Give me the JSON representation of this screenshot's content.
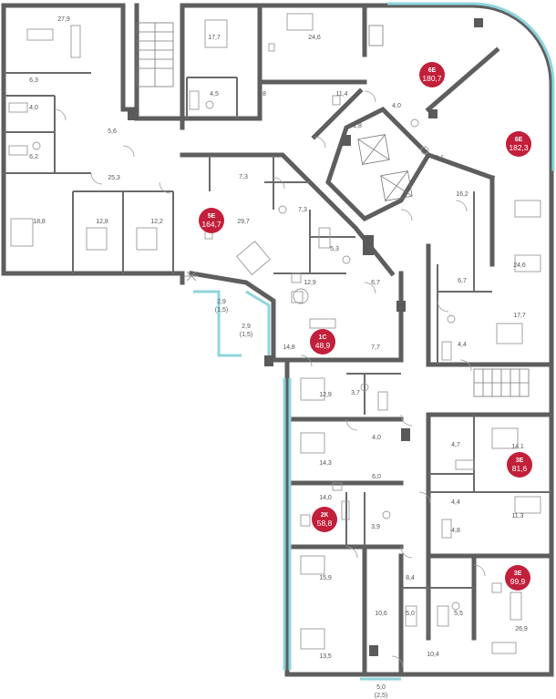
{
  "rooms": [
    {
      "id": "r1",
      "label": "27,9"
    },
    {
      "id": "r2",
      "label": "6,3"
    },
    {
      "id": "r3",
      "label": "4,0"
    },
    {
      "id": "r4",
      "label": "6,2"
    },
    {
      "id": "r5",
      "label": "5,6"
    },
    {
      "id": "r6",
      "label": "25,3"
    },
    {
      "id": "r7",
      "label": "18,8"
    },
    {
      "id": "r8",
      "label": "12,8"
    },
    {
      "id": "r9",
      "label": "12,2"
    },
    {
      "id": "r10",
      "label": "17,7"
    },
    {
      "id": "r11",
      "label": "24,6"
    },
    {
      "id": "r12",
      "label": "4,5"
    },
    {
      "id": "r13",
      "label": "6,8"
    },
    {
      "id": "r14",
      "label": "11,4"
    },
    {
      "id": "r15",
      "label": "4,0"
    },
    {
      "id": "r16",
      "label": "1,8"
    },
    {
      "id": "r17",
      "label": "4,1"
    },
    {
      "id": "r18",
      "label": "16,2"
    },
    {
      "id": "r19",
      "label": "24,6"
    },
    {
      "id": "r20",
      "label": "6,7"
    },
    {
      "id": "r21",
      "label": "17,7"
    },
    {
      "id": "r22",
      "label": "4,4"
    },
    {
      "id": "r23",
      "label": "7,3"
    },
    {
      "id": "r24",
      "label": "7,3"
    },
    {
      "id": "r25",
      "label": "29,7"
    },
    {
      "id": "r26",
      "label": "5,3"
    },
    {
      "id": "r27",
      "label": "12,9"
    },
    {
      "id": "r28",
      "label": "6,7"
    },
    {
      "id": "r29",
      "label": "2,9"
    },
    {
      "id": "r30",
      "label": "(1,5)"
    },
    {
      "id": "r31",
      "label": "2,9"
    },
    {
      "id": "r32",
      "label": "(1,5)"
    },
    {
      "id": "r33",
      "label": "14,8"
    },
    {
      "id": "r34",
      "label": "7,7"
    },
    {
      "id": "r35",
      "label": "12,9"
    },
    {
      "id": "r36",
      "label": "3,7"
    },
    {
      "id": "r37",
      "label": "4,0"
    },
    {
      "id": "r38",
      "label": "14,3"
    },
    {
      "id": "r39",
      "label": "6,0"
    },
    {
      "id": "r40",
      "label": "14,0"
    },
    {
      "id": "r41",
      "label": "3,9"
    },
    {
      "id": "r42",
      "label": "4,7"
    },
    {
      "id": "r43",
      "label": "14,1"
    },
    {
      "id": "r44",
      "label": "4,4"
    },
    {
      "id": "r45",
      "label": "4,8"
    },
    {
      "id": "r46",
      "label": "11,3"
    },
    {
      "id": "r47",
      "label": "8,4"
    },
    {
      "id": "r48",
      "label": "15,9"
    },
    {
      "id": "r49",
      "label": "10,6"
    },
    {
      "id": "r50",
      "label": "5,0"
    },
    {
      "id": "r51",
      "label": "5,5"
    },
    {
      "id": "r52",
      "label": "26,9"
    },
    {
      "id": "r53",
      "label": "13,5"
    },
    {
      "id": "r54",
      "label": "10,4"
    },
    {
      "id": "r55",
      "label": "5,0"
    },
    {
      "id": "r56",
      "label": "(2,5)"
    }
  ],
  "apartments": [
    {
      "code": "6Е",
      "area": "180,7"
    },
    {
      "code": "6Е",
      "area": "182,3"
    },
    {
      "code": "5Е",
      "area": "164,7"
    },
    {
      "code": "1С",
      "area": "48,9"
    },
    {
      "code": "3Е",
      "area": "81,6"
    },
    {
      "code": "2К",
      "area": "58,8"
    },
    {
      "code": "3Е",
      "area": "99,9"
    }
  ],
  "colors": {
    "badge": "#c21f3a",
    "wall": "#5a5a5a",
    "glass": "#8fd4dd"
  }
}
